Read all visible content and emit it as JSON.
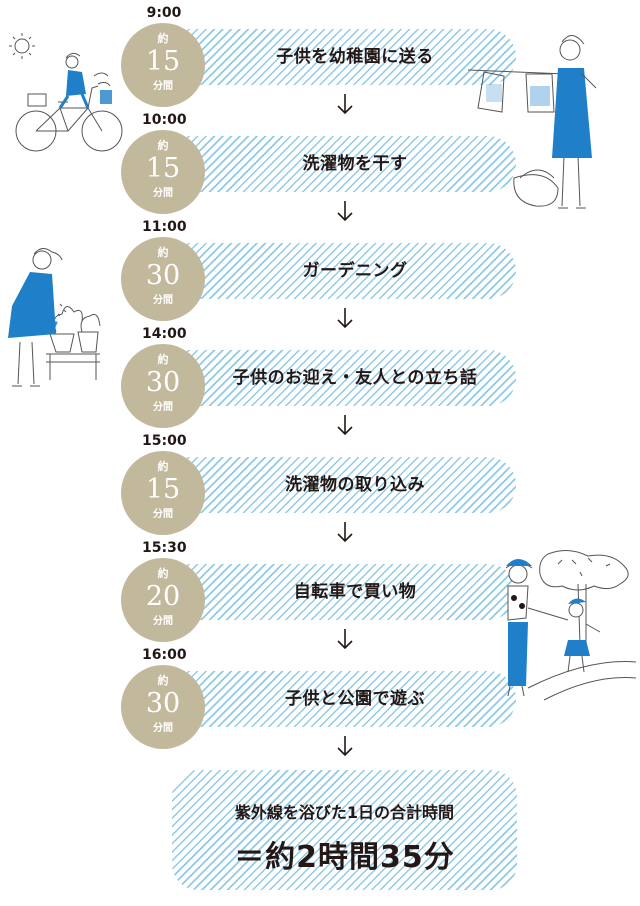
{
  "colors": {
    "circle": "#c2b89c",
    "stripe": "#8fcbe6",
    "accent_blue": "#1f7fc8"
  },
  "steps": [
    {
      "time": "9:00",
      "approx": "約",
      "minutes": "15",
      "unit": "分間",
      "activity": "子供を幼稚園に送る"
    },
    {
      "time": "10:00",
      "approx": "約",
      "minutes": "15",
      "unit": "分間",
      "activity": "洗濯物を干す"
    },
    {
      "time": "11:00",
      "approx": "約",
      "minutes": "30",
      "unit": "分間",
      "activity": "ガーデニング"
    },
    {
      "time": "14:00",
      "approx": "約",
      "minutes": "30",
      "unit": "分間",
      "activity": "子供のお迎え・友人との立ち話"
    },
    {
      "time": "15:00",
      "approx": "約",
      "minutes": "15",
      "unit": "分間",
      "activity": "洗濯物の取り込み"
    },
    {
      "time": "15:30",
      "approx": "約",
      "minutes": "20",
      "unit": "分間",
      "activity": "自転車で買い物"
    },
    {
      "time": "16:00",
      "approx": "約",
      "minutes": "30",
      "unit": "分間",
      "activity": "子供と公園で遊ぶ"
    }
  ],
  "total": {
    "caption": "紫外線を浴びた1日の合計時間",
    "value": "＝約2時間35分"
  },
  "illustrations": [
    "bicycle-sun-illustration",
    "laundry-hanging-illustration",
    "gardening-illustration",
    "park-tree-illustration"
  ]
}
